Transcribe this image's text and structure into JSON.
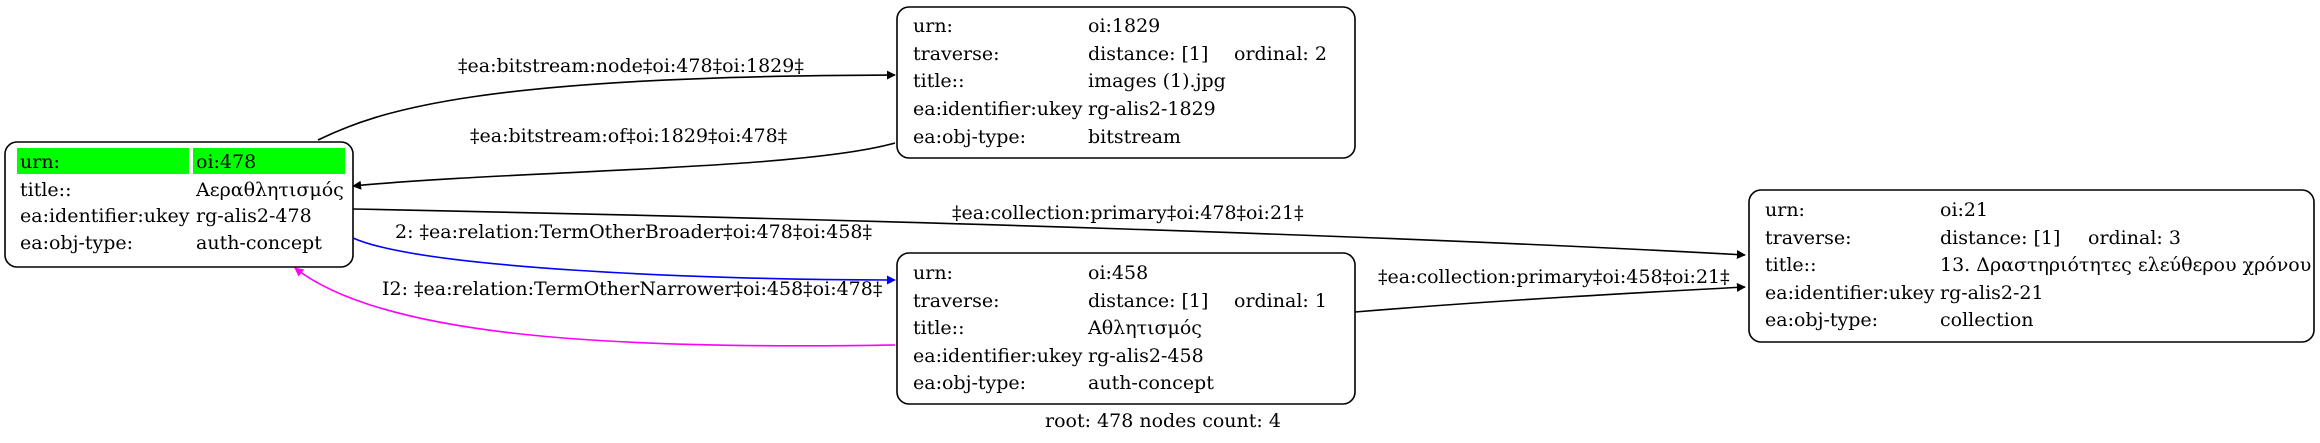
{
  "nodes": {
    "n478": {
      "highlighted": true,
      "rows": [
        {
          "key": "urn:",
          "value": "oi:478"
        },
        {
          "key": "title::",
          "value": "Αεραθλητισμός"
        },
        {
          "key": "ea:identifier:ukey",
          "value": "rg-alis2-478"
        },
        {
          "key": "ea:obj-type:",
          "value": "auth-concept"
        }
      ]
    },
    "n1829": {
      "rows": [
        {
          "key": "urn:",
          "value": "oi:1829"
        },
        {
          "key": "traverse:",
          "value": "distance: [1]",
          "extra": "ordinal: 2"
        },
        {
          "key": "title::",
          "value": "images (1).jpg"
        },
        {
          "key": "ea:identifier:ukey",
          "value": "rg-alis2-1829"
        },
        {
          "key": "ea:obj-type:",
          "value": "bitstream"
        }
      ]
    },
    "n458": {
      "rows": [
        {
          "key": "urn:",
          "value": "oi:458"
        },
        {
          "key": "traverse:",
          "value": "distance: [1]",
          "extra": "ordinal: 1"
        },
        {
          "key": "title::",
          "value": "Αθλητισμός"
        },
        {
          "key": "ea:identifier:ukey",
          "value": "rg-alis2-458"
        },
        {
          "key": "ea:obj-type:",
          "value": "auth-concept"
        }
      ]
    },
    "n21": {
      "rows": [
        {
          "key": "urn:",
          "value": "oi:21"
        },
        {
          "key": "traverse:",
          "value": "distance: [1]",
          "extra": "ordinal: 3"
        },
        {
          "key": "title::",
          "value": "13. Δραστηριότητες ελεύθερου χρόνου"
        },
        {
          "key": "ea:identifier:ukey",
          "value": "rg-alis2-21"
        },
        {
          "key": "ea:obj-type:",
          "value": "collection"
        }
      ]
    }
  },
  "edges": [
    {
      "label": "‡ea:bitstream:node‡oi:478‡oi:1829‡",
      "color": "#000000"
    },
    {
      "label": "‡ea:bitstream:of‡oi:1829‡oi:478‡",
      "color": "#000000"
    },
    {
      "label": "‡ea:collection:primary‡oi:478‡oi:21‡",
      "color": "#000000"
    },
    {
      "label": "2: ‡ea:relation:TermOtherBroader‡oi:478‡oi:458‡",
      "color": "#0000ff"
    },
    {
      "label": "I2: ‡ea:relation:TermOtherNarrower‡oi:458‡oi:478‡",
      "color": "#ff00ff"
    },
    {
      "label": "‡ea:collection:primary‡oi:458‡oi:21‡",
      "color": "#000000"
    }
  ],
  "footer": "root: 478 nodes count: 4",
  "colors": {
    "highlight": "#00ff00",
    "broader": "#0000ff",
    "narrower": "#ff00ff"
  }
}
